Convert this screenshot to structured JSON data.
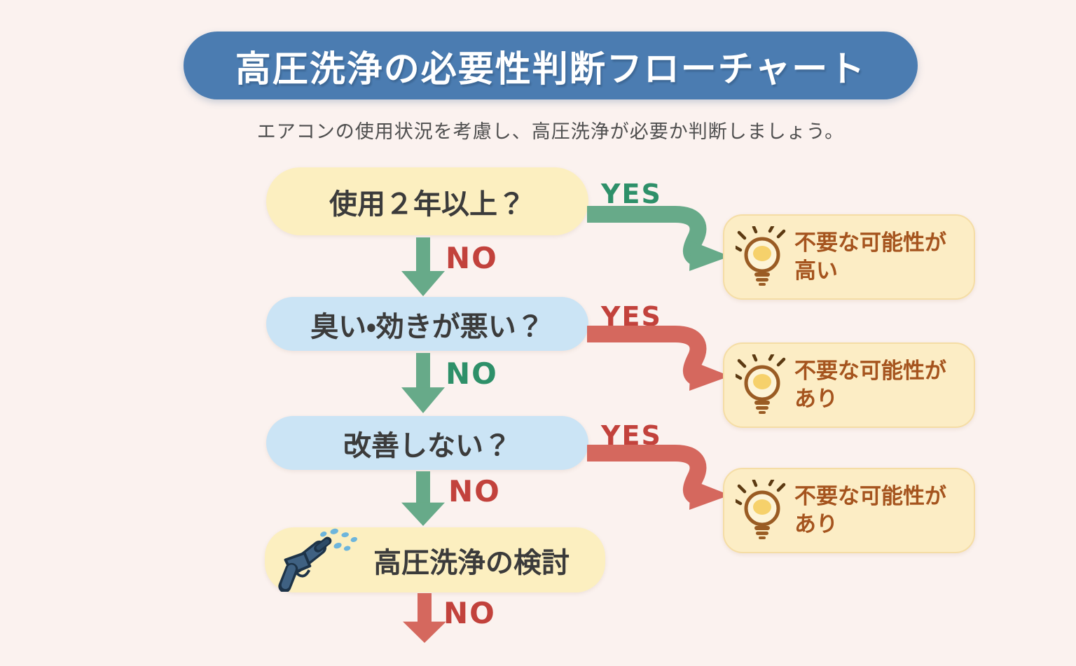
{
  "header": {
    "title": "高圧洗浄の必要性判断フローチャート",
    "subtitle": "エアコンの使用状況を考慮し、高圧洗浄が必要か判断しましょう。"
  },
  "flow": {
    "questions": [
      {
        "label": "使用２年以上？"
      },
      {
        "label": "臭い・効きが悪い？"
      },
      {
        "label": "改善しない？"
      }
    ],
    "final_step": {
      "label": "高圧洗浄の検討",
      "icon": "pressure-washer-gun"
    },
    "branches": [
      {
        "yes": "YES",
        "no": "NO",
        "yes_color": "#2e9069",
        "no_color": "#c2423c"
      },
      {
        "yes": "YES",
        "no": "NO",
        "yes_color": "#c2423c",
        "no_color": "#2e9069"
      },
      {
        "yes": "YES",
        "no": "NO",
        "yes_color": "#c2423c",
        "no_color": "#c2423c"
      },
      {
        "no": "NO",
        "no_color": "#c2423c"
      }
    ],
    "results": [
      {
        "icon": "lightbulb",
        "lines": [
          "不要な可能性が",
          "高い"
        ]
      },
      {
        "icon": "lightbulb",
        "lines": [
          "不要な可能性が",
          "あり"
        ]
      },
      {
        "icon": "lightbulb",
        "lines": [
          "不要な可能性が",
          "あり"
        ]
      }
    ]
  },
  "palette": {
    "background": "#fbf2ef",
    "banner_blue": "#4b7cb1",
    "cream_box": "#fcefc0",
    "blue_box": "#cbe4f5",
    "result_box": "#fcedc5",
    "result_text": "#a5541e",
    "question_text": "#3b3b3b",
    "green_arrow": "#67aa89",
    "green_text": "#2e9069",
    "red_arrow": "#d5685e",
    "red_text": "#c2423c"
  }
}
